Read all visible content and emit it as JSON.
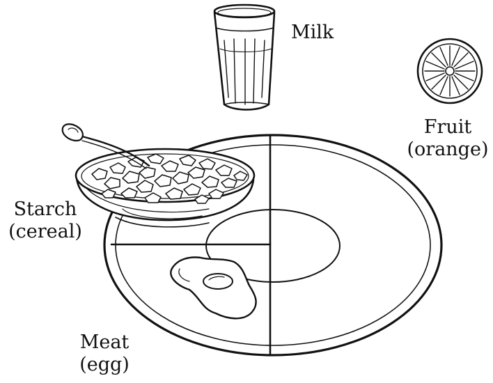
{
  "colors": {
    "ink": "#111111",
    "paper": "#ffffff"
  },
  "labels": {
    "milk": {
      "line1": "Milk"
    },
    "fruit": {
      "line1": "Fruit",
      "line2": "(orange)"
    },
    "starch": {
      "line1": "Starch",
      "line2": "(cereal)"
    },
    "meat": {
      "line1": "Meat",
      "line2": "(egg)"
    }
  },
  "icons": [
    "milk-glass-icon",
    "orange-half-icon",
    "cereal-bowl-icon",
    "spoon-icon",
    "plate-icon",
    "fried-egg-icon"
  ]
}
